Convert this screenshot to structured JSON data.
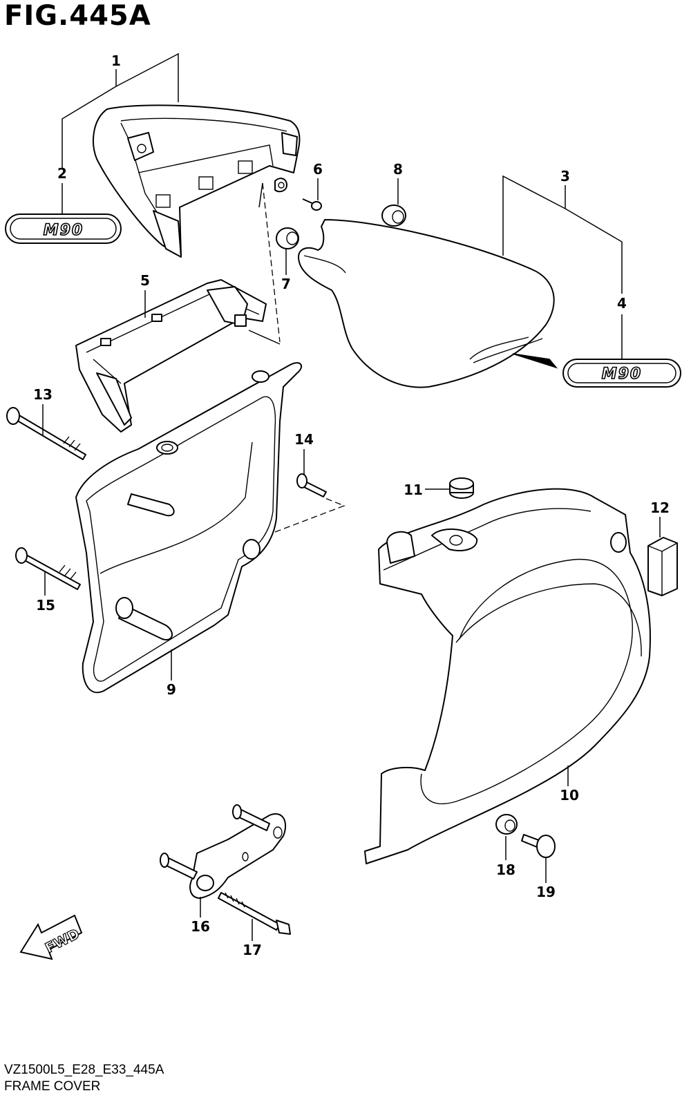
{
  "figure_title": "FIG.445A",
  "model_code": "VZ1500L5_E28_E33_445A",
  "section_name": "FRAME COVER",
  "direction_badge": "FWD",
  "emblem_text": "M90",
  "callouts": {
    "p1": "1",
    "p2": "2",
    "p3": "3",
    "p4": "4",
    "p5": "5",
    "p6": "6",
    "p7": "7",
    "p8": "8",
    "p9": "9",
    "p10": "10",
    "p11": "11",
    "p12": "12",
    "p13": "13",
    "p14": "14",
    "p15": "15",
    "p16": "16",
    "p17": "17",
    "p18": "18",
    "p19": "19"
  }
}
